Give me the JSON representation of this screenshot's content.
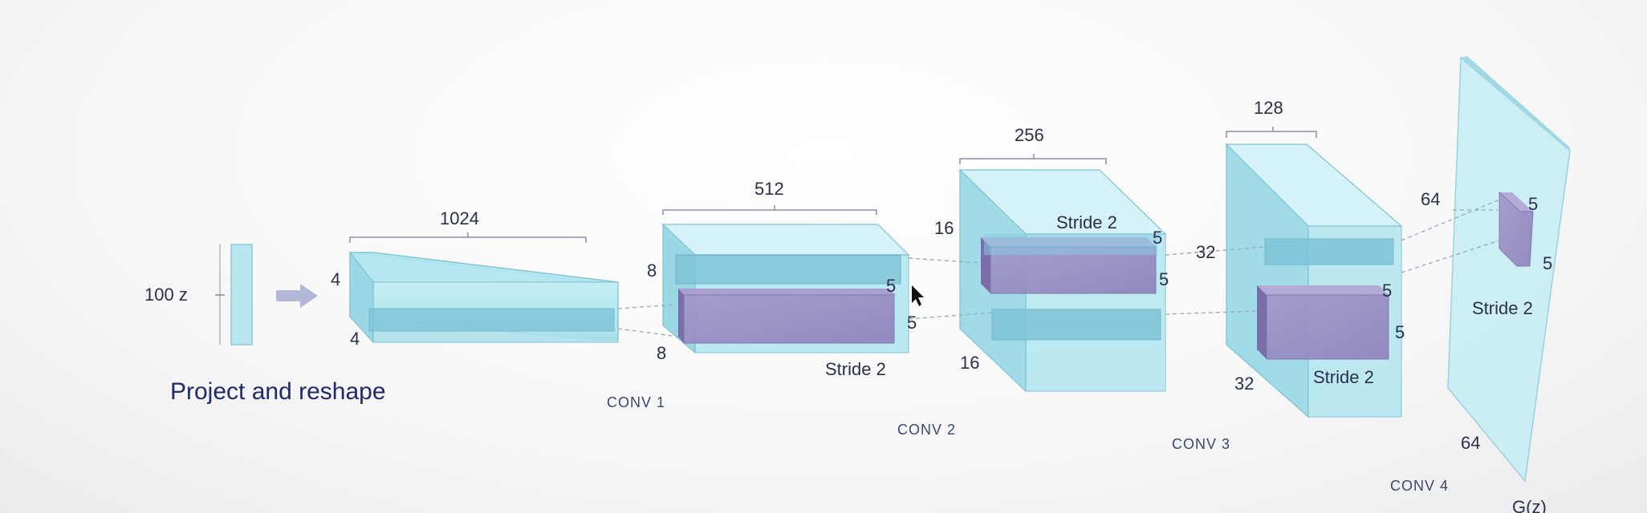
{
  "input": {
    "label": "100 z"
  },
  "project": {
    "label": "Project and reshape"
  },
  "block0": {
    "channels": "1024",
    "height": "4",
    "width": "4"
  },
  "conv1": {
    "name": "CONV 1",
    "channels": "512",
    "height": "8",
    "width": "8",
    "kernel_a": "5",
    "kernel_b": "5",
    "stride": "Stride 2"
  },
  "conv2": {
    "name": "CONV 2",
    "channels": "256",
    "height": "16",
    "width": "16",
    "kernel_a": "5",
    "kernel_b": "5",
    "stride": "Stride 2"
  },
  "conv3": {
    "name": "CONV 3",
    "channels": "128",
    "height": "32",
    "width": "32",
    "kernel_a": "5",
    "kernel_b": "5",
    "stride": "Stride 2"
  },
  "conv4": {
    "name": "CONV 4",
    "height": "64",
    "width": "64",
    "kernel_a": "5",
    "kernel_b": "5",
    "stride": "Stride 2"
  },
  "output": {
    "label": "G(z)"
  },
  "colors": {
    "block_fill": "#aee6f0",
    "kernel_fill": "#9a8ec8",
    "text": "#2b2f4a"
  }
}
